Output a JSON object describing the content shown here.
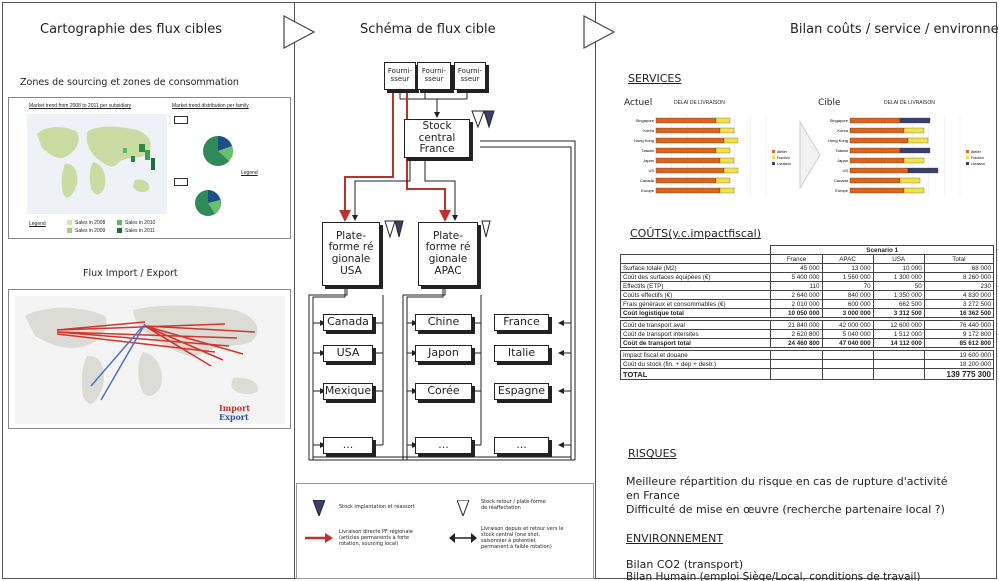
{
  "headers": {
    "col1": "Cartographie des flux cibles",
    "col2": "Schéma de flux cible",
    "col3": "Bilan coûts / service / environnement"
  },
  "left": {
    "zones_title": "Zones de sourcing et zones de consommation",
    "flux_title": "Flux Import / Export",
    "map1_caption_left": "Market trend from 2008 to 2011 per subsidiary",
    "map1_caption_right": "Market trend distribution per family",
    "map1_legend_label": "Legend",
    "map1_legend_items": [
      "Sales in 2008",
      "Sales in 2009",
      "Sales in 2010",
      "Sales in 2011"
    ],
    "map2_legend": [
      "Import",
      "Export"
    ]
  },
  "flow": {
    "suppliers": [
      "Fourni-\nsseur",
      "Fourni-\nsseur",
      "Fourni-\nsseur"
    ],
    "stock_central": "Stock\ncentral\nFrance",
    "platform_usa": "Plate-\nforme ré\ngionale\nUSA",
    "platform_apac": "Plate-\nforme ré\ngionale\nAPAC",
    "col_usa": [
      "Canada",
      "USA",
      "Mexique",
      "..."
    ],
    "col_apac": [
      "Chine",
      "Japon",
      "Corée",
      "..."
    ],
    "col_fr": [
      "France",
      "Italie",
      "Espagne",
      "..."
    ],
    "legend": {
      "stock_implant": "Stock implantation  et réassort",
      "stock_retour": "Stock retour / plate-forme\nde réaffectation",
      "livraison_directe": "Livraison directe PF régionale\n(articles permanents  à forte\nrotation, sourcing local)",
      "livraison_depuis": "Livraison depuis et retour vers le\nstock central (one shot,\nsaisonnier à potentiel,\npermanent à faible rotation)"
    }
  },
  "right": {
    "services_title": "SERVICES",
    "actuel": "Actuel",
    "cible": "Cible",
    "chart_title": "DELAI DE LIVRAISON",
    "countries": [
      "Singapore",
      "Korea",
      "Hong Kong",
      "Taiwan",
      "Japan",
      "US",
      "Canada",
      "Europe"
    ],
    "legend_items": [
      "Atelier",
      "Fraction",
      "Livraison"
    ],
    "couts_title": "COÛTS(y.c.impactfiscal)",
    "table": {
      "scenario": "Scenario 1",
      "cols": [
        "France",
        "APAC",
        "USA",
        "Total"
      ],
      "rows1": [
        {
          "label": "Surface totale (M2)",
          "v": [
            "45 000",
            "13 000",
            "10 000",
            "68 000"
          ],
          "bold": false
        },
        {
          "label": "Coût des surfaces équipées (€)",
          "v": [
            "5 400 000",
            "1 560 000",
            "1 300 000",
            "8 260 000"
          ],
          "bold": false
        },
        {
          "label": "Effectifs (ETP)",
          "v": [
            "110",
            "70",
            "50",
            "230"
          ],
          "bold": false
        },
        {
          "label": "Coûts effectifs (€)",
          "v": [
            "2 640 000",
            "840 000",
            "1 350 000",
            "4 830 000"
          ],
          "bold": false
        },
        {
          "label": "Frais généraux et consommables (€)",
          "v": [
            "2 010 000",
            "600 000",
            "662 500",
            "3 272 500"
          ],
          "bold": false
        },
        {
          "label": "Coût logistique total",
          "v": [
            "10 050 000",
            "3 000 000",
            "3 312 500",
            "16 362 500"
          ],
          "bold": true
        }
      ],
      "rows2": [
        {
          "label": "Coût de transport aval",
          "v": [
            "21 840 000",
            "42 000 000",
            "12 600 000",
            "76 440 000"
          ]
        },
        {
          "label": "Coût de transport intersites",
          "v": [
            "2 620 800",
            "5 040 000",
            "1 512 000",
            "9 172 800"
          ]
        },
        {
          "label": "Coût de transport total",
          "v": [
            "24 460 800",
            "47 040 000",
            "14 112 000",
            "85 612 800"
          ]
        }
      ],
      "impact_label": "Impact fiscal et douane",
      "impact_total": "19 600 000",
      "stock_label": "Coût du stock (fin. + dep + destr.)",
      "stock_total": "18 200 000",
      "total_label": "TOTAL",
      "total_value": "139 775 300"
    },
    "risques_title": "RISQUES",
    "risques_text1": "Meilleure répartition du risque en cas de rupture d'activité\nen France",
    "risques_text2": "Difficulté de mise en œuvre (recherche partenaire local ?)",
    "env_title": "ENVIRONNEMENT",
    "env_text1": "Bilan CO2 (transport)",
    "env_text2": "Bilan Humain (emploi Siège/Local, conditions de travail)"
  },
  "colors": {
    "red": "#c0302b",
    "navy": "#3a3f6e",
    "orange": "#d9651f",
    "yellow": "#f0e24a",
    "green": "#1f8a3a"
  }
}
